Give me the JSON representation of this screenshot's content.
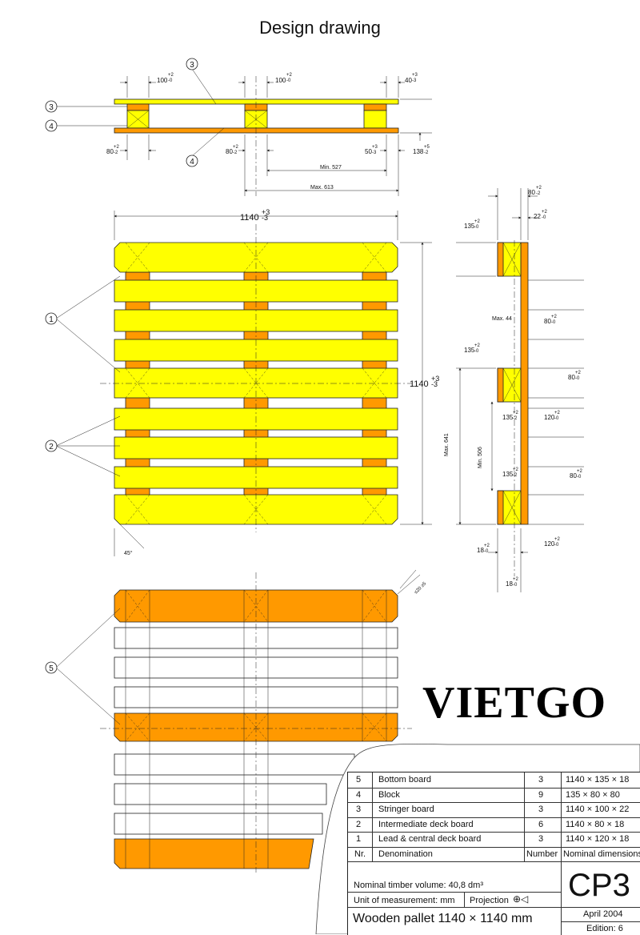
{
  "title": "Design drawing",
  "watermark": "VIETGO",
  "colors": {
    "yellow": "#ffff00",
    "orange": "#ff9900",
    "line": "#222222"
  },
  "top_view_dims": {
    "d1": "100",
    "d1_tol": "+2\n-0",
    "d2": "100",
    "d2_tol": "+2\n-0",
    "d3": "40",
    "d3_tol": "+3\n-3",
    "d4": "80",
    "d4_tol": "+2\n-2",
    "d5": "80",
    "d5_tol": "+2\n-2",
    "d6": "50",
    "d6_tol": "+3\n-3",
    "d7": "138",
    "d7_tol": "+5\n-2",
    "min527": "Min. 527",
    "max613": "Max. 613"
  },
  "plan_dims": {
    "width": "1140",
    "width_tol": "+3\n-3",
    "height": "1140",
    "height_tol": "+3\n-3",
    "chamfer": "45°"
  },
  "side_dims": {
    "a": "80",
    "a_tol": "+2\n-2",
    "b": "22",
    "b_tol": "+2\n-0",
    "c": "135",
    "c_tol": "+2\n-0",
    "max44": "Max. 44",
    "e": "80",
    "e_tol": "+2\n-0",
    "f": "135",
    "f_tol": "+2\n-0",
    "g": "80",
    "g_tol": "+2\n-0",
    "h": "135",
    "h_tol": "+2\n-2",
    "i": "120",
    "i_tol": "+2\n-0",
    "max641": "Max. 641",
    "min506": "Min. 506",
    "j": "135",
    "j_tol": "+2\n-2",
    "k": "80",
    "k_tol": "+2\n-0",
    "l": "18",
    "l_tol": "+2\n-0",
    "m": "120",
    "m_tol": "+2\n-0",
    "n": "18",
    "n_tol": "+2\n-0",
    "chamfer_small": "≤20 ≥5"
  },
  "callouts": [
    "1",
    "2",
    "3",
    "4",
    "5"
  ],
  "parts_table": {
    "rows": [
      {
        "nr": "5",
        "name": "Bottom board",
        "number": "3",
        "dims": "1140 × 135 × 18"
      },
      {
        "nr": "4",
        "name": "Block",
        "number": "9",
        "dims": "135 ×  80 × 80"
      },
      {
        "nr": "3",
        "name": "Stringer board",
        "number": "3",
        "dims": "1140 × 100 × 22"
      },
      {
        "nr": "2",
        "name": "Intermediate deck board",
        "number": "6",
        "dims": "1140 ×  80 × 18"
      },
      {
        "nr": "1",
        "name": "Lead & central deck board",
        "number": "3",
        "dims": "1140 × 120 × 18"
      }
    ],
    "header": {
      "nr": "Nr.",
      "name": "Denomination",
      "number": "Number",
      "dims": "Nominal dimensions"
    },
    "volume": "Nominal timber volume: 40,8 dm³",
    "unit": "Unit of measurement: mm",
    "projection": "Projection",
    "pallet_name": "Wooden pallet 1140 × 1140 mm",
    "code": "CP3",
    "date": "April 2004",
    "edition": "Edition: 6"
  }
}
